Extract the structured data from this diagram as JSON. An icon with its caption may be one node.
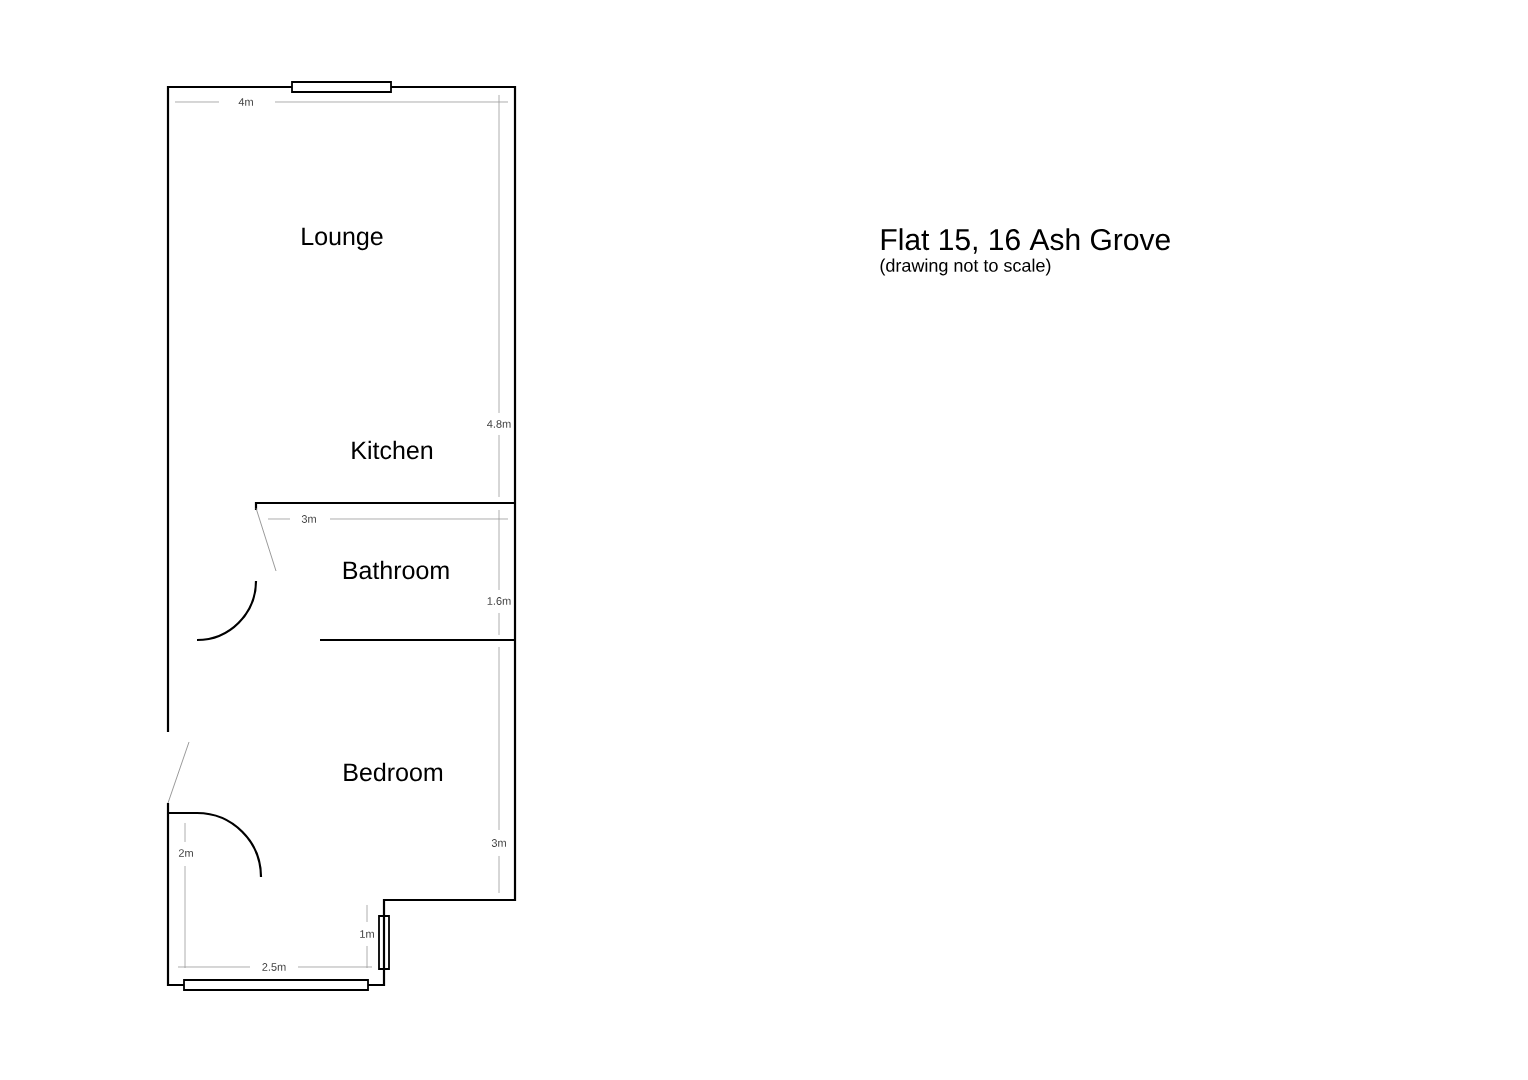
{
  "diagram": {
    "title": "Flat 15, 16 Ash Grove",
    "caption": "(drawing not to scale)",
    "labels": [
      "4m",
      "Lounge",
      "4.8m",
      "Kitchen",
      "3m",
      "Bathroom",
      "1.6m",
      "Bedroom",
      "3m",
      "2m",
      "1m",
      "2.5m"
    ]
  }
}
